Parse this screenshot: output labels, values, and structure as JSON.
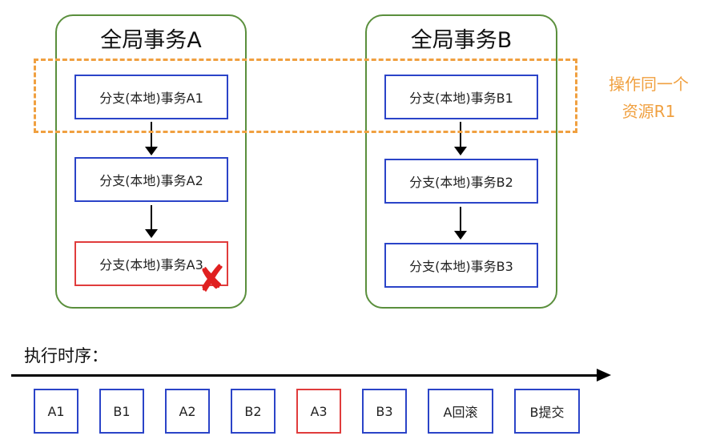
{
  "global_a": {
    "title": "全局事务A",
    "branches": [
      "分支(本地)事务A1",
      "分支(本地)事务A2",
      "分支(本地)事务A3"
    ]
  },
  "global_b": {
    "title": "全局事务B",
    "branches": [
      "分支(本地)事务B1",
      "分支(本地)事务B2",
      "分支(本地)事务B3"
    ]
  },
  "shared_resource": {
    "line1": "操作同一个",
    "line2": "资源R1"
  },
  "fail_mark": "✘",
  "timeline": {
    "label": "执行时序：",
    "steps": [
      "A1",
      "B1",
      "A2",
      "B2",
      "A3",
      "B3",
      "A回滚",
      "B提交"
    ]
  },
  "colors": {
    "group_border": "#5a8f3c",
    "node_border": "#2b44c8",
    "failed_border": "#e03c3c",
    "resource": "#f0a040"
  }
}
